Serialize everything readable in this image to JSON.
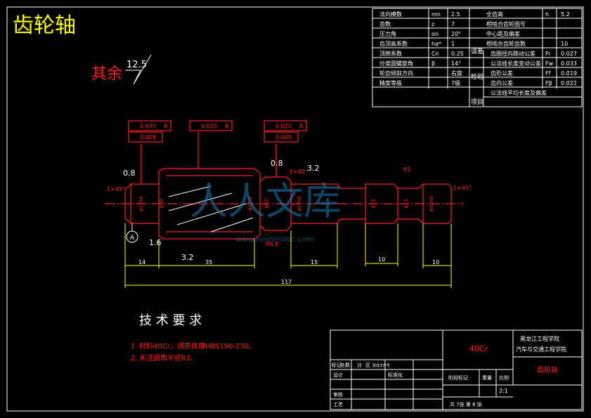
{
  "title": "齿轮轴",
  "roughness": {
    "label": "其余",
    "value": "12.5"
  },
  "param_table": {
    "rows": [
      [
        "法向模数",
        "mn",
        "2.5"
      ],
      [
        "齿数",
        "z",
        "7"
      ],
      [
        "压力角",
        "αn",
        "20°"
      ],
      [
        "齿顶高系数",
        "ha*",
        "1"
      ],
      [
        "顶隙系数",
        "Cn",
        "0.25"
      ],
      [
        "分度圆螺旋角",
        "β",
        "14°"
      ],
      [
        "轮齿倾斜方向",
        "",
        "右旋"
      ],
      [
        "精度等级",
        "",
        "7级"
      ]
    ],
    "right_rows": [
      [
        "全齿高",
        "h",
        "5.2"
      ],
      [
        "相啮合齿轮图号",
        "",
        ""
      ],
      [
        "中心距及偏差",
        "",
        ""
      ],
      [
        "相啮合齿轮齿数",
        "",
        "10"
      ],
      [
        "齿圈径向跳动公差",
        "Fr",
        "0.027"
      ],
      [
        "公法线长度变动公差",
        "Fw",
        "0.033"
      ],
      [
        "齿形公差",
        "Ff",
        "0.019"
      ],
      [
        "齿向公差",
        "Fβ",
        "0.022"
      ],
      [
        "公法线平均长度及偏差",
        "",
        ""
      ]
    ],
    "group1": "误差",
    "group2": "检验",
    "group3": "项目"
  },
  "tolerances": [
    {
      "a": "0.030",
      "b": "A"
    },
    {
      "a": "0.008",
      "b": ""
    },
    {
      "a": "0.025",
      "b": "A"
    },
    {
      "a": "0.025",
      "b": "A"
    },
    {
      "a": "0.009",
      "b": ""
    }
  ],
  "surface_marks": [
    "0.8",
    "1.6",
    "3.2",
    "0.8",
    "3.2"
  ],
  "shaft_labels": {
    "chamfer_left": "1×45°",
    "chamfer_mid": "1×45°",
    "chamfer_right": "1×45°",
    "radius_r1": "R1",
    "radius_r0": "R0.8",
    "datum": "A"
  },
  "diameters": [
    "φ17k6",
    "φ20",
    "φ22.5",
    "φ22",
    "φ17k6",
    "φ13",
    "φ15",
    "φ12n6"
  ],
  "dimensions": [
    "14",
    "35",
    "15",
    "10",
    "10",
    "117"
  ],
  "tech_requirements": {
    "heading": "技 术 要 求",
    "items": [
      {
        "num": "1.",
        "text": "材料40Cr，调质处理HBS190-230。"
      },
      {
        "num": "2.",
        "text": "未注圆角半径R1。"
      }
    ]
  },
  "title_block": {
    "material": "40Cr",
    "school_1": "黑龙江工程学院",
    "school_2": "汽车与交通工程学院",
    "part_name": "齿轮轴",
    "labels": [
      "标记",
      "处数",
      "分",
      "区",
      "更改文件号",
      "设计",
      "标准化",
      "审核",
      "工艺",
      "阶段标记",
      "重量",
      "比例"
    ],
    "scale": "2:1",
    "sheet": "共 7张 第 6 张"
  },
  "watermark": {
    "text": "人人文库",
    "url": "www.renrendoc.com"
  },
  "colors": {
    "background": "#000000",
    "outline": "#ffffff",
    "part": "#ff2020",
    "dim": "#ffff00"
  }
}
